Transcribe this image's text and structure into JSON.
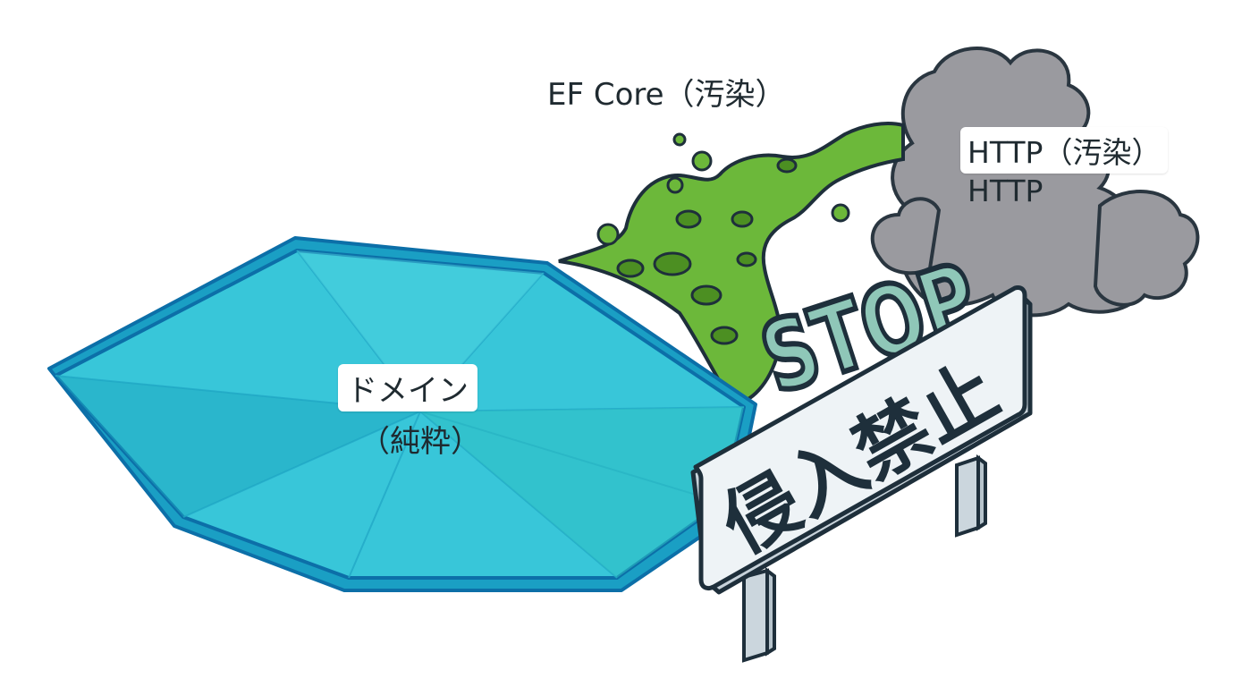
{
  "labels": {
    "ef_core": "EF Core（汚染）",
    "http_polluted": "HTTP（汚染）",
    "http": "HTTP",
    "domain": "ドメイン",
    "pure": "（純粋）"
  },
  "sign": {
    "stop_text": "STOP",
    "board_text": "侵入禁止"
  },
  "colors": {
    "domain_top": "#38c6d9",
    "domain_side": "#1a9fc4",
    "domain_edge": "#0c6fa8",
    "sludge": "#6cb83a",
    "sludge_dark": "#4c8f22",
    "smoke": "#9a9a9f",
    "sign_face": "#eef3f6",
    "outline": "#1e2f3b"
  }
}
